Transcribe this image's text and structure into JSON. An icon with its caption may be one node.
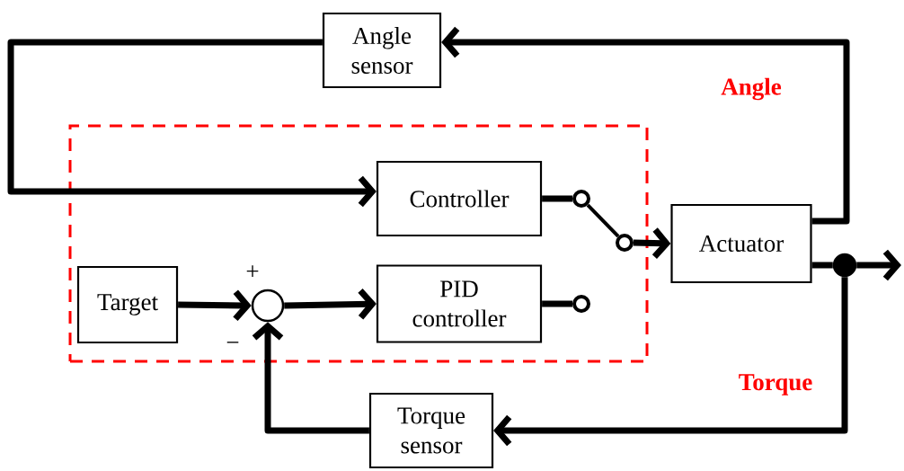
{
  "diagram": {
    "nodes": [
      {
        "text": [],
        "shape": "box"
      },
      {
        "text": [
          "Angle sensor"
        ]
      },
      {
        "text": [
          "Controller"
        ],
        "in": 0
      },
      {
        "text": [
          "Target"
        ],
        "in": 0
      },
      {
        "text": [],
        "shape": "circle",
        "in": 0
      },
      {
        "text": [
          "PID controller"
        ],
        "in": 0
      },
      {
        "text": [],
        "shape": "circle",
        "in": 0
      },
      {
        "text": [],
        "shape": "circle",
        "in": 0
      },
      {
        "text": [],
        "shape": "circle",
        "in": 0
      },
      {
        "text": [
          "Actuator"
        ]
      },
      {
        "text": [
          "Torque sensor"
        ]
      },
      {
        "text": [],
        "shape": "circle"
      }
    ],
    "edges": [
      {
        "from": 9,
        "to": 1,
        "arrow": "to"
      },
      {
        "from": 1,
        "to": 2,
        "arrow": "to"
      },
      {
        "from": 2,
        "to": 6,
        "arrow": "none"
      },
      {
        "from": 6,
        "to": 7,
        "arrow": "none"
      },
      {
        "from": 7,
        "to": 9,
        "arrow": "to"
      },
      {
        "from": 3,
        "to": 4,
        "arrow": "to"
      },
      {
        "from": 4,
        "to": 5,
        "arrow": "to"
      },
      {
        "from": 5,
        "to": 8,
        "arrow": "none"
      },
      {
        "from": 9,
        "to": 11,
        "arrow": "none"
      },
      {
        "from": 11,
        "to": null,
        "arrow": "to"
      },
      {
        "from": 11,
        "to": 10,
        "arrow": "to"
      },
      {
        "from": 10,
        "to": 4,
        "arrow": "to"
      }
    ],
    "labels": [
      "Angle",
      "Torque",
      "+",
      "−"
    ]
  }
}
